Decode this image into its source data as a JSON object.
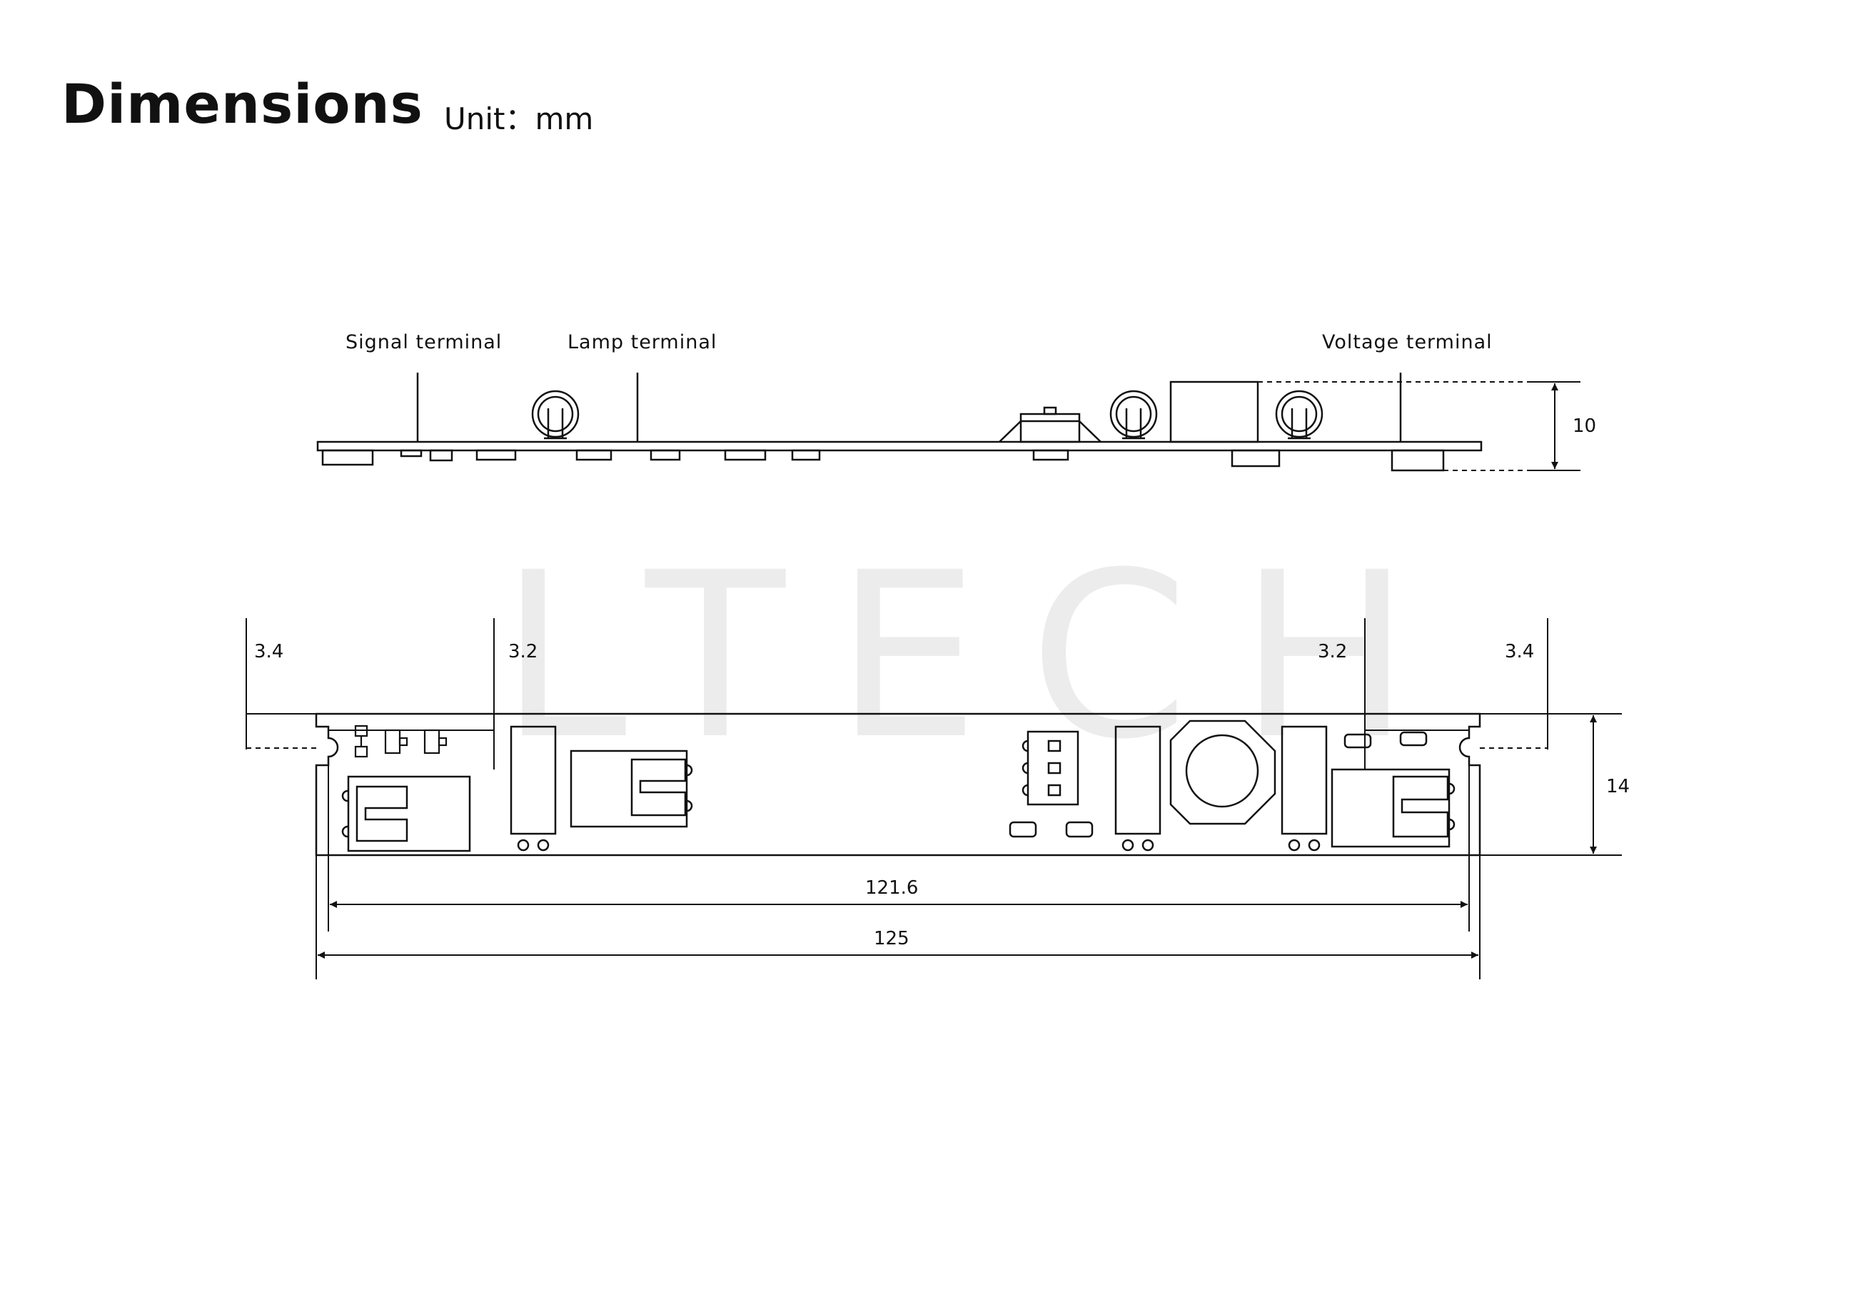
{
  "header": {
    "title": "Dimensions",
    "unit": "Unit：mm"
  },
  "watermark": {
    "text": "LTECH"
  },
  "side_view": {
    "labels": {
      "signal_terminal": "Signal terminal",
      "lamp_terminal": "Lamp terminal",
      "voltage_terminal": "Voltage terminal"
    },
    "height": "10"
  },
  "top_view": {
    "left_edge_offset": "3.4",
    "left_hole_offset": "3.2",
    "right_hole_offset": "3.2",
    "right_edge_offset": "3.4",
    "width": "14",
    "hole_pitch": "121.6",
    "length": "125"
  },
  "colors": {
    "line": "#111111",
    "watermark": "#ececec",
    "background": "#ffffff"
  }
}
